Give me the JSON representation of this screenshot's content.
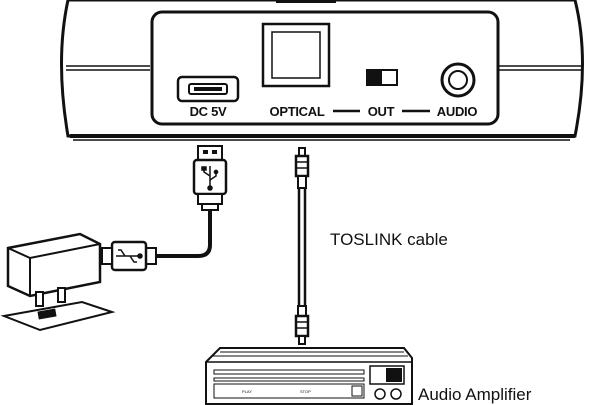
{
  "device_panel": {
    "dc_label": "DC 5V",
    "optical_label": "OPTICAL",
    "out_label": "OUT",
    "audio_label": "AUDIO"
  },
  "cable": {
    "label": "TOSLINK cable"
  },
  "amplifier": {
    "label": "Audio Amplifier",
    "front_labels": [
      "PLAY",
      "STOP"
    ]
  },
  "colors": {
    "line": "#111111",
    "background": "#ffffff"
  }
}
